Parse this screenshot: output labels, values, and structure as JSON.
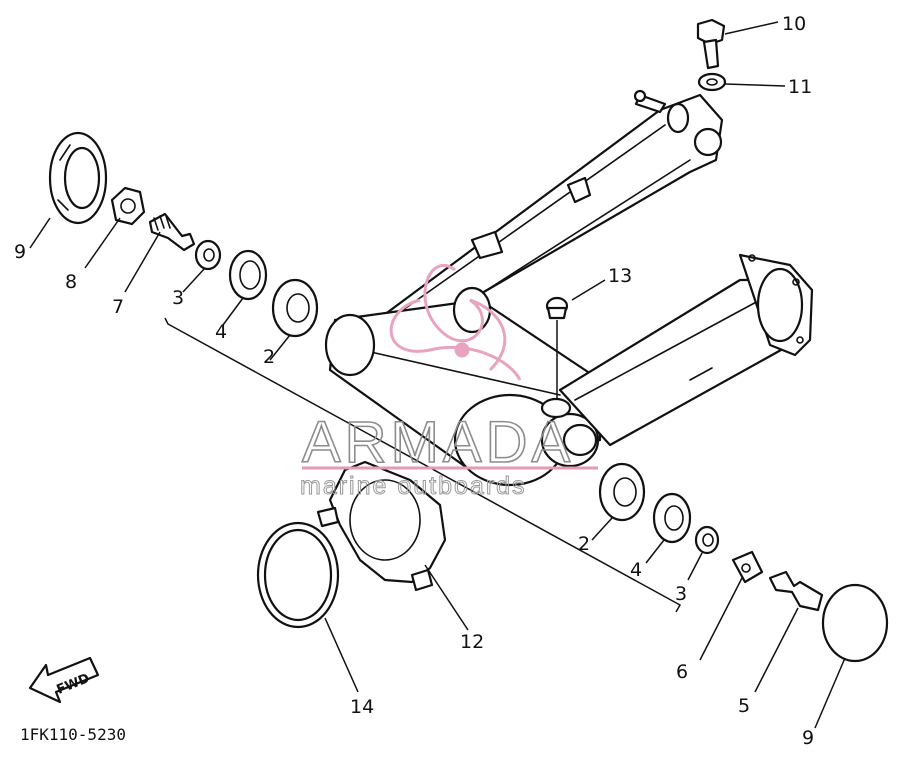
{
  "callouts": {
    "c2a": "2",
    "c2b": "2",
    "c3a": "3",
    "c3b": "3",
    "c4a": "4",
    "c4b": "4",
    "c5": "5",
    "c6": "6",
    "c7": "7",
    "c8": "8",
    "c9a": "9",
    "c9b": "9",
    "c10": "10",
    "c11": "11",
    "c12": "12",
    "c13": "13",
    "c14": "14"
  },
  "fwd_label": "FWD",
  "part_code": "1FK110-5230",
  "watermark": {
    "brand": "ARMADA",
    "tagline": "marine outboards",
    "logo_color": "#e8a3c0"
  },
  "icons": [
    "fwd-arrow-icon",
    "armada-logo-icon"
  ]
}
